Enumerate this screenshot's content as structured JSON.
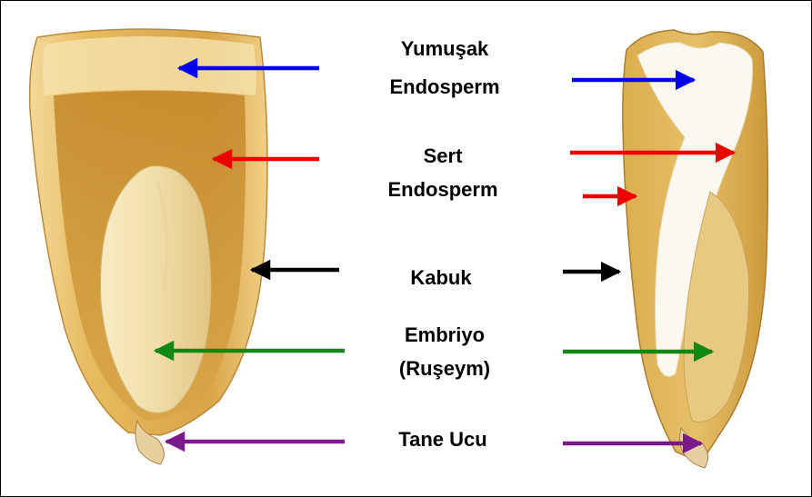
{
  "labels": {
    "soft_endosperm_line1": "Yumuşak",
    "soft_endosperm_line2": "Endosperm",
    "hard_endosperm_line1": "Sert",
    "hard_endosperm_line2": "Endosperm",
    "hull": "Kabuk",
    "embryo_line1": "Embriyo",
    "embryo_line2": "(Ruşeym)",
    "tip_cap": "Tane Ucu"
  },
  "colors": {
    "soft_endosperm_arrow": "#0000ee",
    "hard_endosperm_arrow": "#ee0000",
    "hull_arrow": "#000000",
    "embryo_arrow": "#118811",
    "tip_cap_arrow": "#7a1a8a"
  }
}
